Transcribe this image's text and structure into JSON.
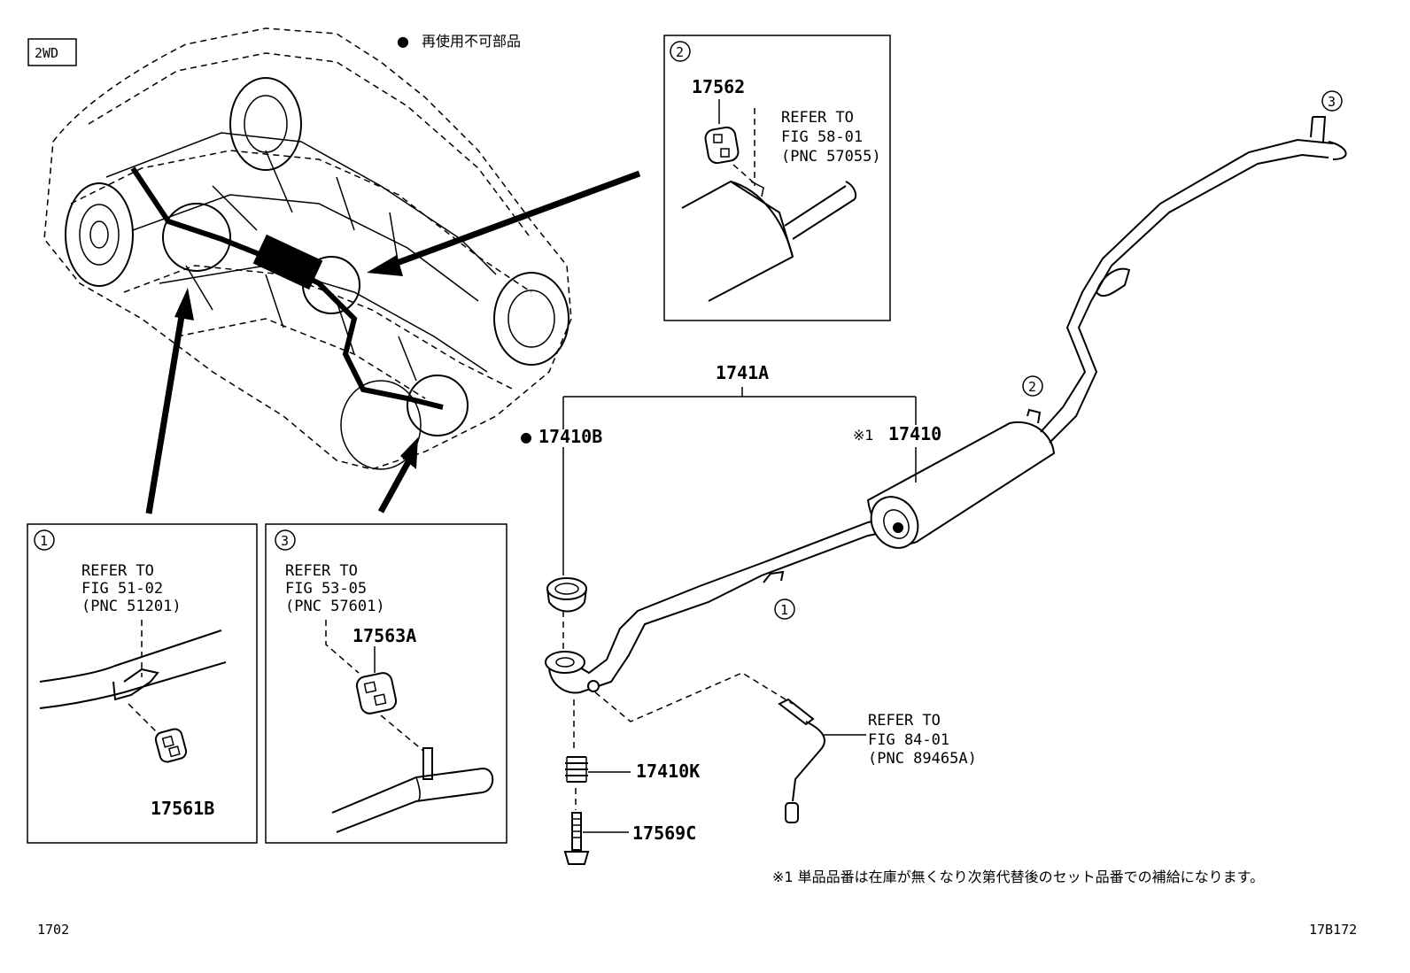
{
  "header": {
    "badge": "2WD",
    "legend_mark": "●",
    "legend_text": "再使用不可部品"
  },
  "callouts": {
    "c1": "①",
    "c2": "②",
    "c3": "③"
  },
  "inset1": {
    "refer": "REFER TO",
    "fig": "FIG 51-02",
    "pnc": "(PNC 51201)",
    "part": "17561B"
  },
  "inset2": {
    "part": "17562",
    "refer": "REFER TO",
    "fig": "FIG 58-01",
    "pnc": "(PNC 57055)"
  },
  "inset3": {
    "refer": "REFER TO",
    "fig": "FIG 53-05",
    "pnc": "(PNC 57601)",
    "part": "17563A"
  },
  "main": {
    "assembly": "1741A",
    "gasket": "17410B",
    "gasket_mark": "●",
    "pipe_note": "※1",
    "pipe": "17410",
    "spring": "17410K",
    "bolt": "17569C",
    "sensor_refer": "REFER TO",
    "sensor_fig": "FIG 84-01",
    "sensor_pnc": "(PNC 89465A)"
  },
  "footnote": "※1 単品品番は在庫が無くなり次第代替後のセット品番での補給になります。",
  "footer": {
    "left_code": "1702",
    "right_code": "17B172"
  }
}
